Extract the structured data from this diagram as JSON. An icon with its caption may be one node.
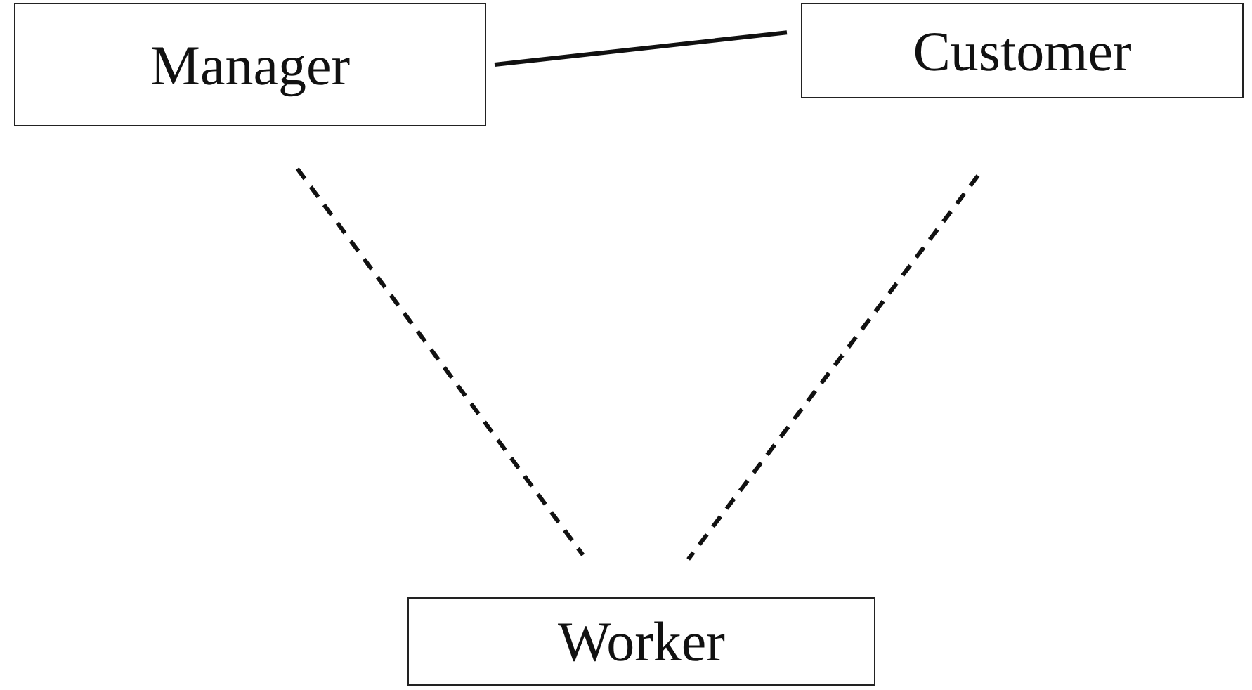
{
  "diagram": {
    "nodes": [
      {
        "text": [
          "Manager"
        ]
      },
      {
        "text": [
          "Customer"
        ]
      },
      {
        "text": [
          "Worker"
        ]
      }
    ],
    "edges": [
      {
        "from": 0,
        "to": 1,
        "arrow": "none"
      },
      {
        "from": 0,
        "to": 2,
        "arrow": "none",
        "style": "dashed"
      },
      {
        "from": 1,
        "to": 2,
        "arrow": "none",
        "style": "dashed"
      }
    ]
  }
}
